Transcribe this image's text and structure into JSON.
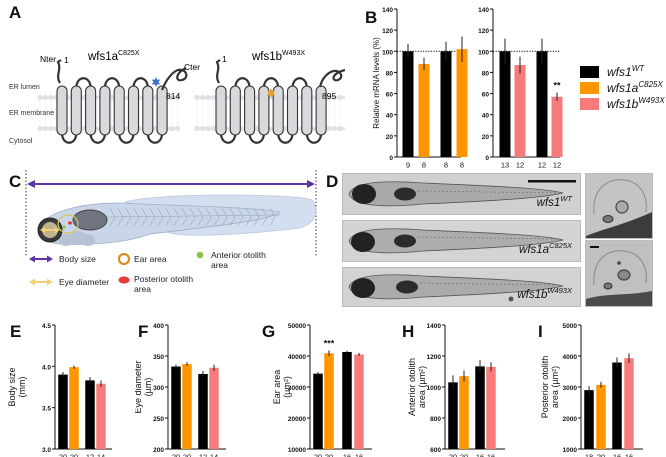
{
  "panels": {
    "A": "A",
    "B": "B",
    "C": "C",
    "D": "D",
    "E": "E",
    "F": "F",
    "G": "G",
    "H": "H",
    "I": "I"
  },
  "colors": {
    "wt": "#000000",
    "wfs1a": "#FF9500",
    "wfs1b": "#F77B7B",
    "purple": "#5B35A8",
    "yellow": "#F4D27A",
    "orange_ring": "#D98B1E",
    "green": "#8BC34A",
    "red": "#E53935",
    "fish_fill": "#C9D6EA"
  },
  "diagram_a": {
    "left": {
      "name": "wfs1a",
      "superscript": "C825X",
      "start": "1",
      "end": "814",
      "nter": "Nter",
      "cter": "Cter"
    },
    "right": {
      "name": "wfs1b",
      "superscript": "W493X",
      "start": "1",
      "end": "895"
    },
    "layers": [
      "ER lumen",
      "ER membrane",
      "Cytosol"
    ]
  },
  "legend_b": [
    {
      "name": "wfs1",
      "superscript": "WT",
      "color_key": "wt"
    },
    {
      "name": "wfs1a",
      "superscript": "C825X",
      "color_key": "wfs1a"
    },
    {
      "name": "wfs1b",
      "superscript": "W493X",
      "color_key": "wfs1b"
    }
  ],
  "panel_c": {
    "legend": [
      {
        "label": "Body size",
        "icon": "double-arrow-purple"
      },
      {
        "label": "Ear area",
        "icon": "orange-ring"
      },
      {
        "label": "Anterior otolith area",
        "icon": "green-dot"
      },
      {
        "label": "Eye diameter",
        "icon": "double-arrow-yellow"
      },
      {
        "label": "Posterior otolith area",
        "icon": "red-oval"
      }
    ]
  },
  "panel_d": {
    "rows": [
      {
        "name": "wfs1",
        "superscript": "WT"
      },
      {
        "name": "wfs1a",
        "superscript": "C825X"
      },
      {
        "name": "wfs1b",
        "superscript": "W493X"
      }
    ]
  },
  "chart_data": [
    {
      "id": "B-left",
      "type": "bar",
      "ylabel": "Relative mRNA levels (%)",
      "ylim": [
        0,
        140
      ],
      "yticks": [
        0,
        20,
        40,
        60,
        80,
        100,
        120,
        140
      ],
      "reference_line": 100,
      "bars": [
        {
          "group": "wfs1a",
          "genotype": "wt",
          "value": 100,
          "error": 7,
          "n": "9"
        },
        {
          "group": "wfs1a",
          "genotype": "wfs1a",
          "value": 88,
          "error": 6,
          "n": "8"
        },
        {
          "group": "wfs1b",
          "genotype": "wt",
          "value": 100,
          "error": 9,
          "n": "8"
        },
        {
          "group": "wfs1b",
          "genotype": "wfs1a",
          "value": 102,
          "error": 12,
          "n": "8"
        }
      ]
    },
    {
      "id": "B-right",
      "type": "bar",
      "ylabel": "",
      "ylim": [
        0,
        140
      ],
      "yticks": [
        0,
        20,
        40,
        60,
        80,
        100,
        120,
        140
      ],
      "reference_line": 100,
      "bars": [
        {
          "group": "wfs1a",
          "genotype": "wt",
          "value": 100,
          "error": 12,
          "n": "13"
        },
        {
          "group": "wfs1a",
          "genotype": "wfs1b",
          "value": 87,
          "error": 8,
          "n": "12"
        },
        {
          "group": "wfs1b",
          "genotype": "wt",
          "value": 100,
          "error": 12,
          "n": "12"
        },
        {
          "group": "wfs1b",
          "genotype": "wfs1b",
          "value": 57,
          "error": 4,
          "n": "12",
          "annotation": "**"
        }
      ]
    },
    {
      "id": "E",
      "type": "bar",
      "ylabel": "Body size",
      "ylabel2": "(mm)",
      "ylim": [
        3.0,
        4.5
      ],
      "yticks": [
        "3.0",
        "3.5",
        "4.0",
        "4.5"
      ],
      "bars": [
        {
          "genotype": "wt",
          "value": 3.9,
          "error": 0.03,
          "n": "20"
        },
        {
          "genotype": "wfs1a",
          "value": 3.99,
          "error": 0.02,
          "n": "20"
        },
        {
          "genotype": "wt",
          "value": 3.83,
          "error": 0.04,
          "n": "12"
        },
        {
          "genotype": "wfs1b",
          "value": 3.79,
          "error": 0.04,
          "n": "14"
        }
      ]
    },
    {
      "id": "F",
      "type": "bar",
      "ylabel": "Eye diameter",
      "ylabel2": "(µm)",
      "ylim": [
        200,
        400
      ],
      "yticks": [
        "200",
        "250",
        "300",
        "350",
        "400"
      ],
      "bars": [
        {
          "genotype": "wt",
          "value": 333,
          "error": 3,
          "n": "20"
        },
        {
          "genotype": "wfs1a",
          "value": 337,
          "error": 3,
          "n": "20"
        },
        {
          "genotype": "wt",
          "value": 321,
          "error": 5,
          "n": "12"
        },
        {
          "genotype": "wfs1b",
          "value": 331,
          "error": 5,
          "n": "14"
        }
      ]
    },
    {
      "id": "G",
      "type": "bar",
      "ylabel": "Ear area",
      "ylabel2": "(µm²)",
      "ylim": [
        10000,
        50000
      ],
      "yticks": [
        "10000",
        "20000",
        "30000",
        "40000",
        "50000"
      ],
      "bars": [
        {
          "genotype": "wt",
          "value": 34300,
          "error": 500,
          "n": "20"
        },
        {
          "genotype": "wfs1a",
          "value": 40900,
          "error": 900,
          "n": "20",
          "annotation": "***"
        },
        {
          "genotype": "wt",
          "value": 41300,
          "error": 400,
          "n": "16"
        },
        {
          "genotype": "wfs1b",
          "value": 40500,
          "error": 500,
          "n": "16"
        }
      ]
    },
    {
      "id": "H",
      "type": "bar",
      "ylabel": "Anterior otolith",
      "ylabel2": "area (µm²)",
      "ylim": [
        600,
        1400
      ],
      "yticks": [
        "600",
        "800",
        "1000",
        "1200",
        "1400"
      ],
      "bars": [
        {
          "genotype": "wt",
          "value": 1030,
          "error": 45,
          "n": "20"
        },
        {
          "genotype": "wfs1a",
          "value": 1070,
          "error": 35,
          "n": "20"
        },
        {
          "genotype": "wt",
          "value": 1133,
          "error": 40,
          "n": "16"
        },
        {
          "genotype": "wfs1b",
          "value": 1130,
          "error": 30,
          "n": "16"
        }
      ]
    },
    {
      "id": "I",
      "type": "bar",
      "ylabel": "Posterior otolith",
      "ylabel2": "area (µm²)",
      "ylim": [
        1000,
        5000
      ],
      "yticks": [
        "1000",
        "2000",
        "3000",
        "4000",
        "5000"
      ],
      "bars": [
        {
          "genotype": "wt",
          "value": 2900,
          "error": 130,
          "n": "18"
        },
        {
          "genotype": "wfs1a",
          "value": 3070,
          "error": 100,
          "n": "20"
        },
        {
          "genotype": "wt",
          "value": 3790,
          "error": 160,
          "n": "16"
        },
        {
          "genotype": "wfs1b",
          "value": 3930,
          "error": 160,
          "n": "16"
        }
      ]
    }
  ]
}
